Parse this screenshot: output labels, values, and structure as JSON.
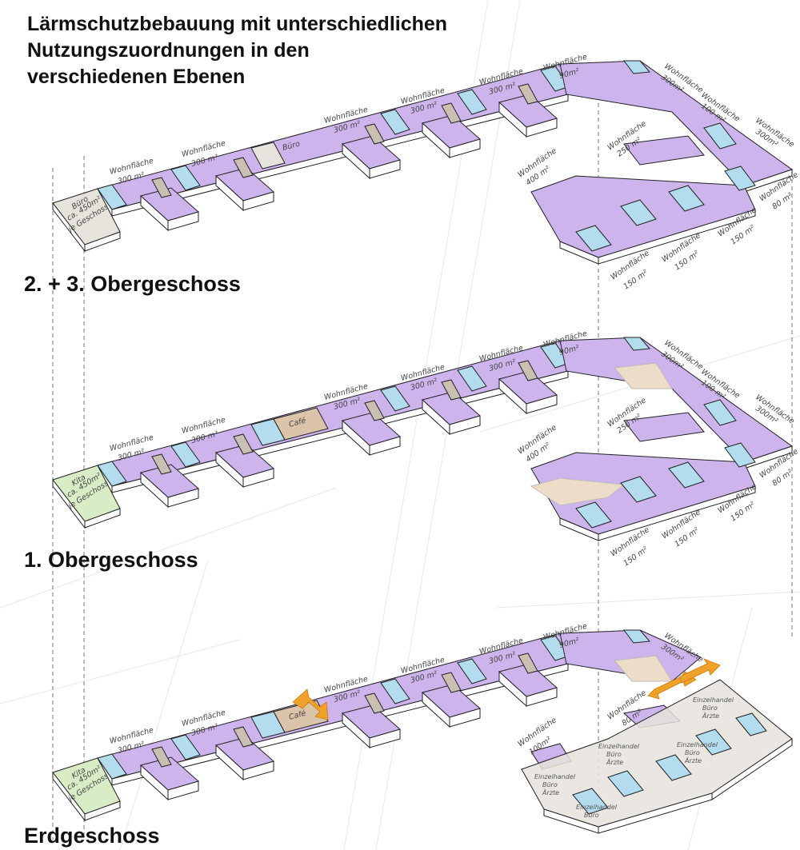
{
  "title_lines": [
    "Lärmschutzbebauung mit unterschiedlichen",
    "Nutzungszuordnungen in den",
    "verschiedenen Ebenen"
  ],
  "floors": [
    {
      "label": "2. + 3. Obergeschoss",
      "corner_unit": [
        "Büro",
        "ca. 450m²",
        "je Geschoss"
      ],
      "middle_unit": "Büro",
      "wohn_labels": [
        "Wohnfläche",
        "300 m²",
        "90m²",
        "300m²",
        "100 m²",
        "400 m²",
        "250 m²",
        "150 m²",
        "80 m²"
      ]
    },
    {
      "label": "1. Obergeschoss",
      "corner_unit": [
        "Kita",
        "ca. 450m²",
        "je Geschoss"
      ],
      "middle_unit": "Café",
      "wohn_labels": [
        "Wohnfläche",
        "300 m²",
        "90m²",
        "300m²",
        "100 m²",
        "400 m²",
        "250 m²",
        "150 m²",
        "80 m²"
      ]
    },
    {
      "label": "Erdgeschoss",
      "corner_unit": [
        "Kita",
        "ca. 450m²",
        "je Geschoss"
      ],
      "middle_unit": "Café",
      "wohn_labels": [
        "Wohnfläche",
        "300 m²",
        "90m²",
        "300m²",
        "100m²",
        "80 m²"
      ],
      "office_labels": [
        "Einzelhandel",
        "Büro",
        "Ärzte"
      ]
    }
  ],
  "colors": {
    "residential": "#cdb4ec",
    "stair": "#b3dcee",
    "office": "#e6e3dd",
    "kita": "#d8edc6",
    "cafe": "#dcc4aa",
    "core": "#c9bfb3",
    "arrow": "#f0a12a"
  }
}
